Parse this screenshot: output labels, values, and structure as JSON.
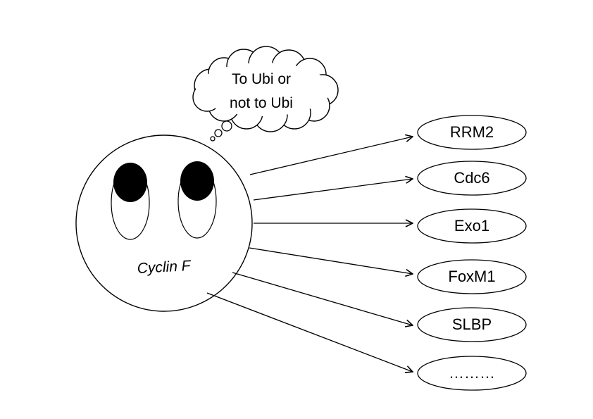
{
  "thought_bubble": {
    "line1": "To Ubi or",
    "line2": "not to Ubi"
  },
  "protein": {
    "name": "Cyclin F"
  },
  "targets": [
    {
      "label": "RRM2"
    },
    {
      "label": "Cdc6"
    },
    {
      "label": "Exo1"
    },
    {
      "label": "FoxM1"
    },
    {
      "label": "SLBP"
    },
    {
      "label": "………"
    }
  ],
  "colors": {
    "stroke": "#000000",
    "fill": "#ffffff",
    "pupil": "#000000"
  }
}
